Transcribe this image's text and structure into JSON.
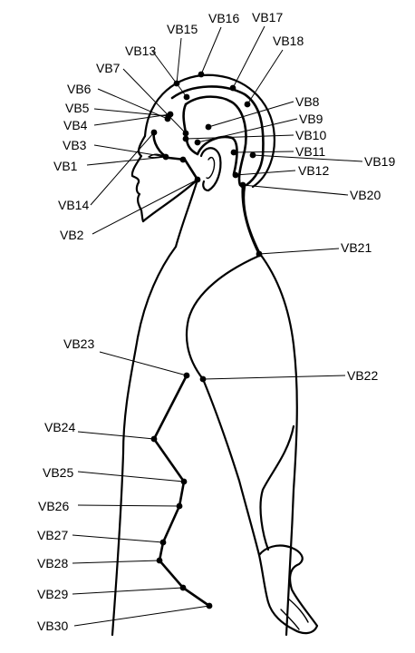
{
  "points": [
    {
      "id": "vb1",
      "label": "VB1"
    },
    {
      "id": "vb2",
      "label": "VB2"
    },
    {
      "id": "vb3",
      "label": "VB3"
    },
    {
      "id": "vb4",
      "label": "VB4"
    },
    {
      "id": "vb5",
      "label": "VB5"
    },
    {
      "id": "vb6",
      "label": "VB6"
    },
    {
      "id": "vb7",
      "label": "VB7"
    },
    {
      "id": "vb8",
      "label": "VB8"
    },
    {
      "id": "vb9",
      "label": "VB9"
    },
    {
      "id": "vb10",
      "label": "VB10"
    },
    {
      "id": "vb11",
      "label": "VB11"
    },
    {
      "id": "vb12",
      "label": "VB12"
    },
    {
      "id": "vb13",
      "label": "VB13"
    },
    {
      "id": "vb14",
      "label": "VB14"
    },
    {
      "id": "vb15",
      "label": "VB15"
    },
    {
      "id": "vb16",
      "label": "VB16"
    },
    {
      "id": "vb17",
      "label": "VB17"
    },
    {
      "id": "vb18",
      "label": "VB18"
    },
    {
      "id": "vb19",
      "label": "VB19"
    },
    {
      "id": "vb20",
      "label": "VB20"
    },
    {
      "id": "vb21",
      "label": "VB21"
    },
    {
      "id": "vb22",
      "label": "VB22"
    },
    {
      "id": "vb23",
      "label": "VB23"
    },
    {
      "id": "vb24",
      "label": "VB24"
    },
    {
      "id": "vb25",
      "label": "VB25"
    },
    {
      "id": "vb26",
      "label": "VB26"
    },
    {
      "id": "vb27",
      "label": "VB27"
    },
    {
      "id": "vb28",
      "label": "VB28"
    },
    {
      "id": "vb29",
      "label": "VB29"
    },
    {
      "id": "vb30",
      "label": "VB30"
    }
  ]
}
